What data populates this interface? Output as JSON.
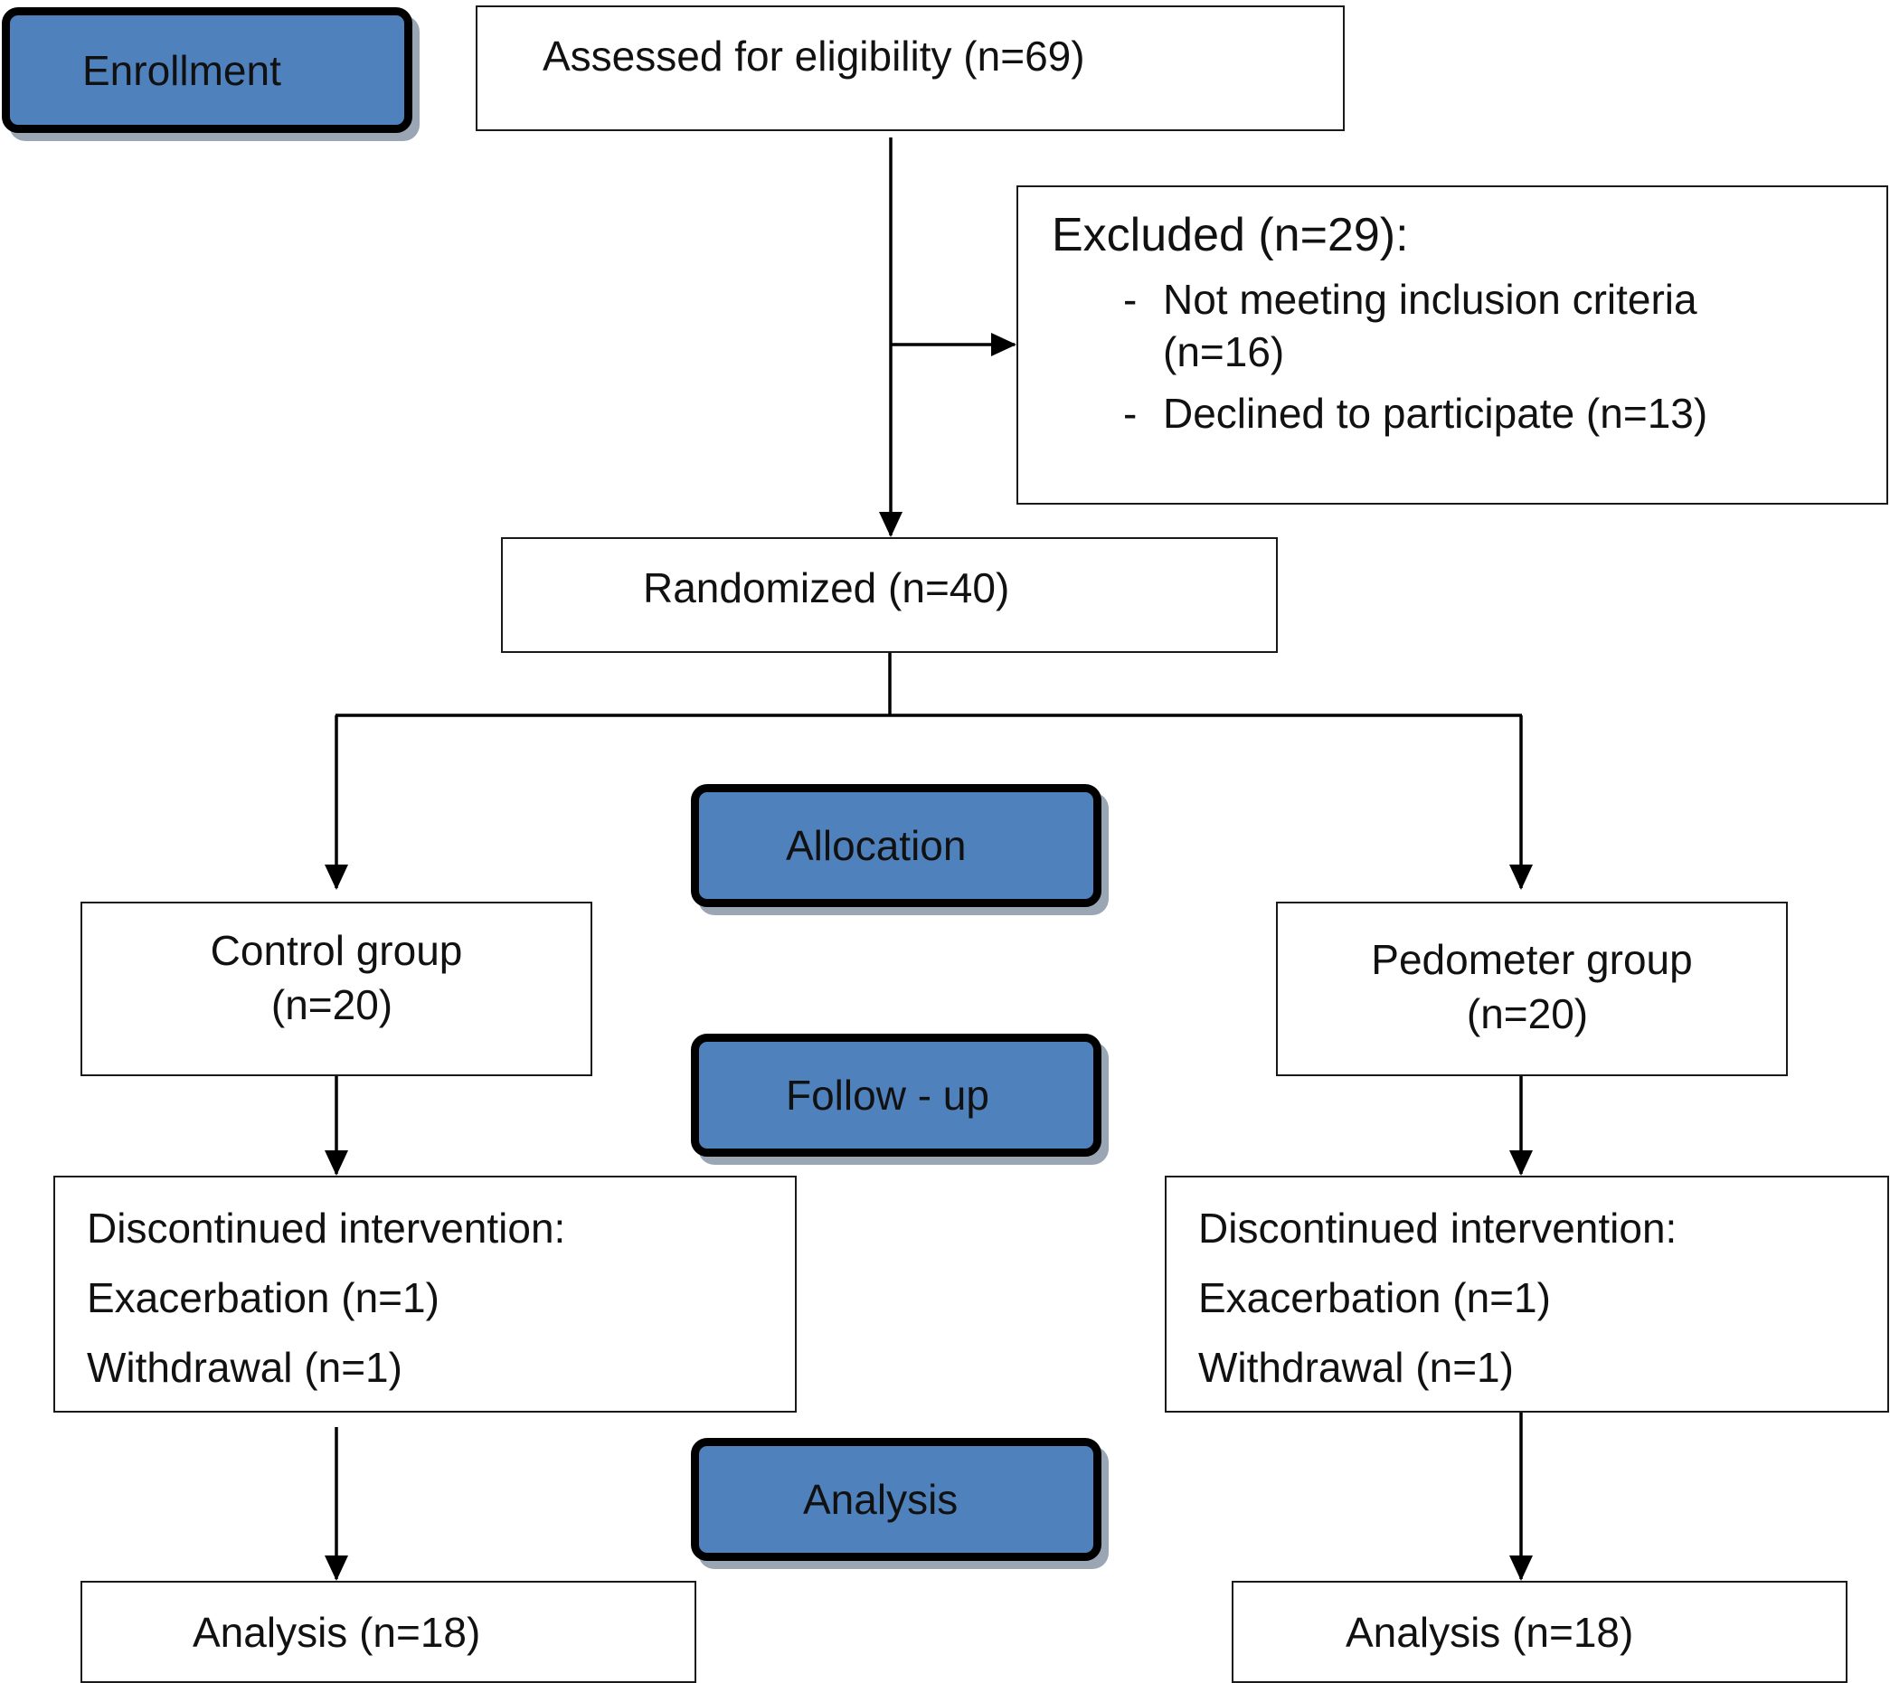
{
  "stages": {
    "enrollment": "Enrollment",
    "allocation": "Allocation",
    "followup": "Follow - up",
    "analysis": "Analysis"
  },
  "enrollment": {
    "assessed": "Assessed for eligibility (n=69)",
    "excluded": {
      "title": "Excluded (n=29):",
      "items": [
        {
          "bullet": "-",
          "lines": [
            "Not meeting inclusion criteria",
            "(n=16)"
          ]
        },
        {
          "bullet": "-",
          "lines": [
            "Declined to participate (n=13)"
          ]
        }
      ]
    },
    "randomized": "Randomized (n=40)"
  },
  "arms": {
    "control": {
      "name": "Control group",
      "count": "(n=20)",
      "discontinued": {
        "title": "Discontinued intervention:",
        "exacerbation": "Exacerbation (n=1)",
        "withdrawal": "Withdrawal (n=1)"
      },
      "analysis": "Analysis (n=18)"
    },
    "pedometer": {
      "name": "Pedometer group",
      "count": "(n=20)",
      "discontinued": {
        "title": "Discontinued intervention:",
        "exacerbation": "Exacerbation (n=1)",
        "withdrawal": "Withdrawal (n=1)"
      },
      "analysis": "Analysis (n=18)"
    }
  },
  "colors": {
    "stage_fill": "#4f81bd",
    "stage_border": "#000000",
    "stage_shadow": "#9aa6b4",
    "box_border": "#1a1a1a",
    "line": "#000000"
  }
}
